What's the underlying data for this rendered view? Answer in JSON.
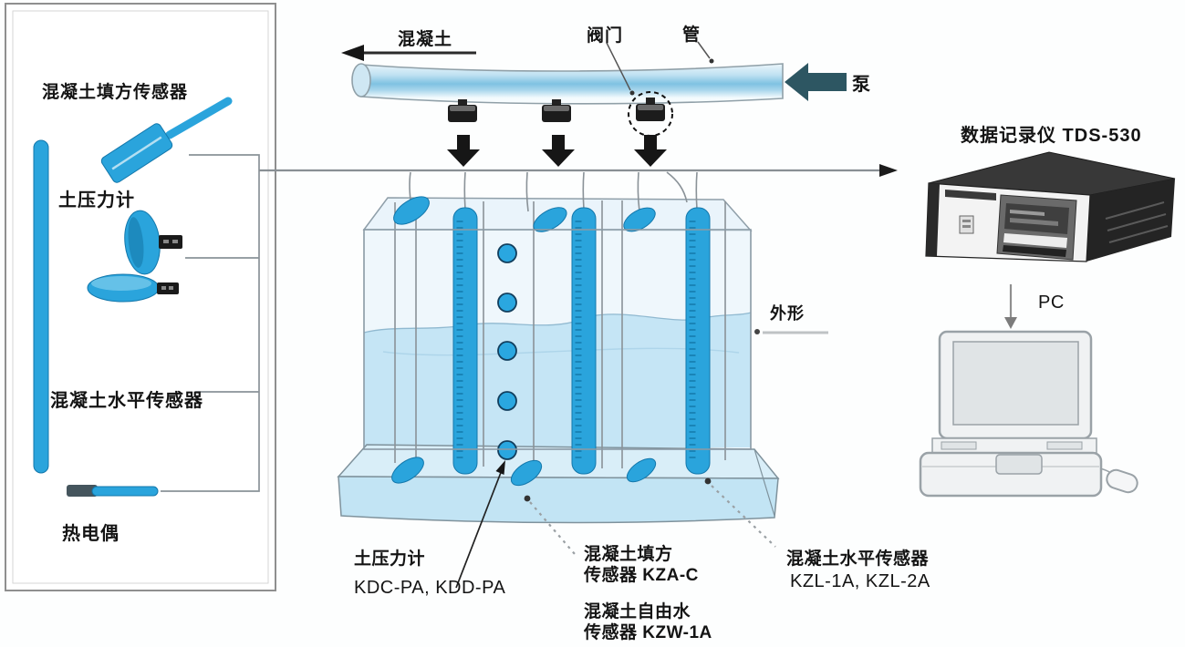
{
  "legend": {
    "fill_sensor": "混凝土填方传感器",
    "earth_pressure": "土压力计",
    "level_sensor": "混凝土水平传感器",
    "thermocouple": "热电偶"
  },
  "pipeline": {
    "concrete": "混凝土",
    "valve": "阀门",
    "pipe": "管",
    "pump": "泵"
  },
  "tank": {
    "outline": "外形"
  },
  "recorder": {
    "title": "数据记录仪 TDS-530",
    "pc": "PC"
  },
  "callouts": {
    "earth_pressure_name": "土压力计",
    "earth_pressure_models": "KDC-PA, KDD-PA",
    "fill_sensor_name": "混凝土填方",
    "fill_sensor_models": "传感器 KZA-C",
    "free_water_name": "混凝土自由水",
    "free_water_models": "传感器 KZW-1A",
    "level_sensor_name": "混凝土水平传感器",
    "level_sensor_models": "KZL-1A, KZL-2A"
  },
  "colors": {
    "sensor_blue": "#2aa4dc",
    "sensor_blue_dark": "#1377ab",
    "concrete_fill": "#c3e4f5",
    "formwork_fill": "#e9f4fb",
    "device_dark": "#383838",
    "line_gray": "#8a9298",
    "black": "#161616"
  }
}
